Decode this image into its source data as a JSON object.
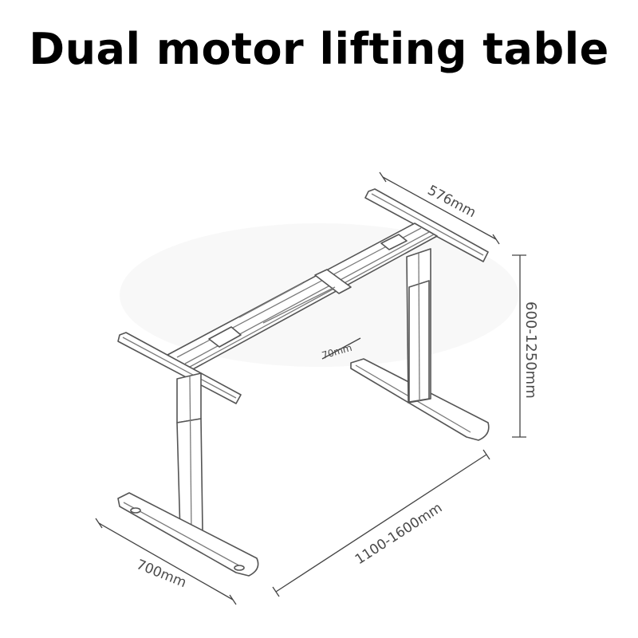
{
  "title": "Dual motor lifting table",
  "dimensions": {
    "width_top": "576mm",
    "height_range": "600-1250mm",
    "foot_clearance": "70mm",
    "length_range": "1100-1600mm",
    "depth": "700mm"
  },
  "colors": {
    "title": "#000000",
    "frame_stroke": "#555555",
    "dimension_text": "#4a4a4a"
  }
}
